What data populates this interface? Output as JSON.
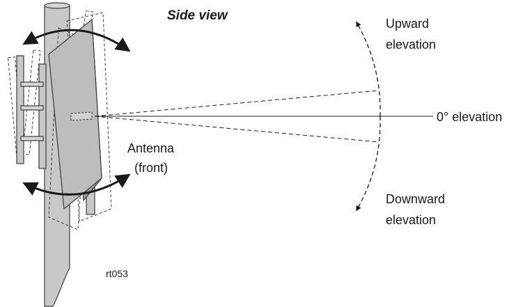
{
  "diagram": {
    "title": "Side view",
    "labels": {
      "upward_line1": "Upward",
      "upward_line2": "elevation",
      "zero": "0° elevation",
      "downward_line1": "Downward",
      "downward_line2": "elevation",
      "antenna_line1": "Antenna",
      "antenna_line2": "(front)"
    },
    "figure_code": "rt053",
    "colors": {
      "pole": "#c8c8c8",
      "dish": "#bdbdbd",
      "outline": "#3a3a3a",
      "line": "#1a1a1a"
    }
  }
}
